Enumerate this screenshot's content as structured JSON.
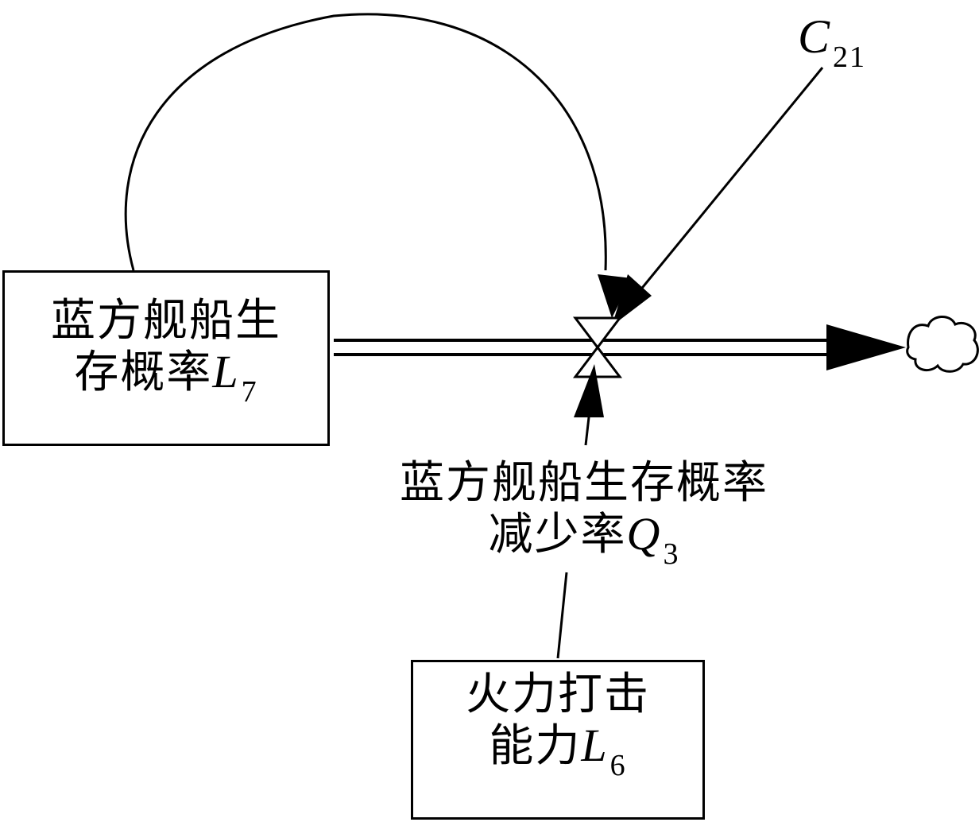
{
  "stock_l7": {
    "line1": "蓝方舰船生",
    "line2_text": "存概率",
    "var": "L",
    "sub": "7"
  },
  "rate_q3": {
    "line1": "蓝方舰船生存概率",
    "line2_text": "减少率",
    "var": "Q",
    "sub": "3"
  },
  "stock_l6": {
    "line1": "火力打击",
    "line2_text": "能力",
    "var": "L",
    "sub": "6"
  },
  "constant_c21": {
    "var": "C",
    "sub": "21"
  }
}
